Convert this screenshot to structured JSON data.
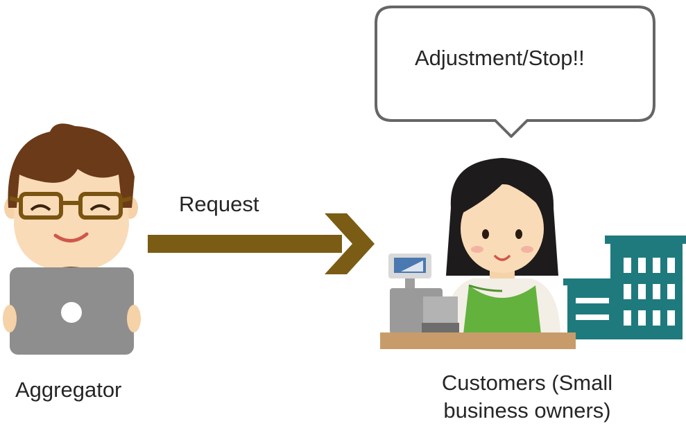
{
  "bubble": {
    "text": "Adjustment/Stop!!"
  },
  "arrow": {
    "label": "Request",
    "color": "#7a5c14"
  },
  "aggregator": {
    "label": "Aggregator"
  },
  "customers": {
    "label": "Customers (Small business owners)"
  },
  "colors": {
    "bubble_border": "#666666",
    "laptop": "#8e8e8e",
    "apron": "#63b23d",
    "building": "#1f7a7e",
    "counter": "#c89c6a"
  }
}
